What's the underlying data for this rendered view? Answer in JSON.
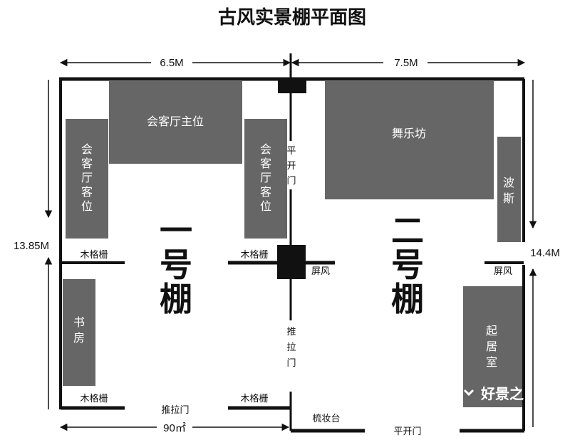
{
  "title": "古风实景棚平面图",
  "dimensions": {
    "left_width": "6.5M",
    "right_width": "7.5M",
    "left_height": "13.85M",
    "right_height": "14.4M",
    "area": "90㎡"
  },
  "studio1": {
    "name": [
      "一",
      "号",
      "棚"
    ]
  },
  "studio2": {
    "name": [
      "二",
      "号",
      "棚"
    ]
  },
  "rooms": {
    "reception_main": "会客厅主位",
    "reception_guest_left": [
      "会",
      "客",
      "厅",
      "客",
      "位"
    ],
    "reception_guest_right": [
      "会",
      "客",
      "厅",
      "客",
      "位"
    ],
    "study": [
      "书",
      "房"
    ],
    "dance_hall": "舞乐坊",
    "persia": [
      "波",
      "斯"
    ],
    "living_room": [
      "起",
      "居",
      "室"
    ]
  },
  "labels": {
    "lattice_top_left": "木格栅",
    "lattice_top_mid": "木格栅",
    "lattice_bottom_left": "木格栅",
    "lattice_bottom_mid": "木格栅",
    "sliding_door_bottom": "推拉门",
    "sliding_door_middle": [
      "推",
      "拉",
      "门"
    ],
    "swing_door_middle": [
      "平",
      "开",
      "门"
    ],
    "swing_door_bottom": "平开门",
    "screen_left": "屏风",
    "screen_right": "屏风",
    "dresser": "梳妆台"
  },
  "watermark": "好景之",
  "colors": {
    "room_fill": "#666666",
    "wall": "#111111",
    "background": "#ffffff"
  }
}
